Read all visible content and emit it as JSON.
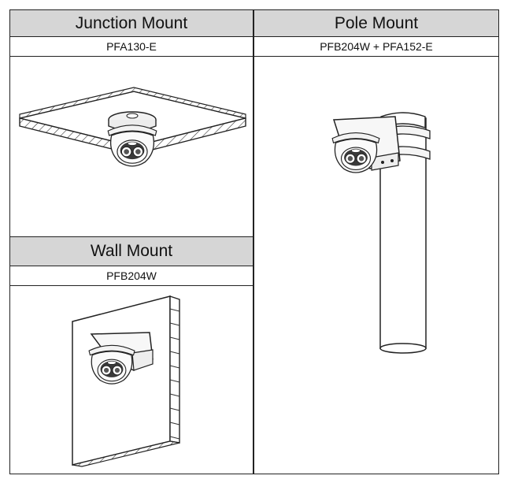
{
  "mounts": {
    "junction": {
      "title": "Junction Mount",
      "model": "PFA130-E"
    },
    "pole": {
      "title": "Pole Mount",
      "model": "PFB204W + PFA152-E"
    },
    "wall": {
      "title": "Wall Mount",
      "model": "PFB204W"
    }
  },
  "colors": {
    "header_bg": "#d6d6d6",
    "line": "#222222"
  }
}
